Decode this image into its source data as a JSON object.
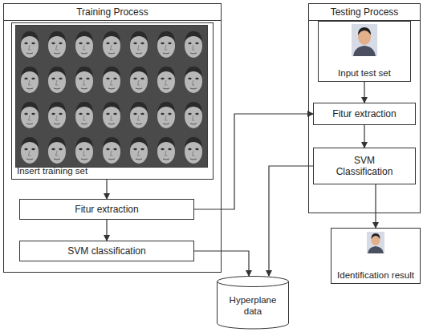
{
  "diagram": {
    "nodes": [
      {
        "text": [
          "Training Process"
        ]
      },
      {
        "text": [
          "Insert training set"
        ],
        "in": 0
      },
      {
        "text": [
          "Fitur extraction"
        ],
        "in": 0
      },
      {
        "text": [
          "SVM classification"
        ],
        "in": 0
      },
      {
        "text": [
          "Testing Process"
        ]
      },
      {
        "text": [
          "Input test set"
        ],
        "in": 4
      },
      {
        "text": [
          "Fitur extraction"
        ],
        "in": 4
      },
      {
        "text": [
          "SVM Classification"
        ],
        "in": 4
      },
      {
        "text": [
          "Identification result"
        ]
      },
      {
        "text": [
          "Hyperplane data"
        ]
      }
    ],
    "edges": [
      {
        "from": 1,
        "to": 2,
        "arrow": "to"
      },
      {
        "from": 2,
        "to": 3,
        "arrow": "to"
      },
      {
        "from": 3,
        "to": 9,
        "arrow": "to"
      },
      {
        "from": 2,
        "to": 6,
        "arrow": "to"
      },
      {
        "from": 5,
        "to": 6,
        "arrow": "to"
      },
      {
        "from": 6,
        "to": 7,
        "arrow": "to"
      },
      {
        "from": 7,
        "to": 9,
        "arrow": "to"
      },
      {
        "from": 7,
        "to": 8,
        "arrow": "to"
      }
    ]
  }
}
